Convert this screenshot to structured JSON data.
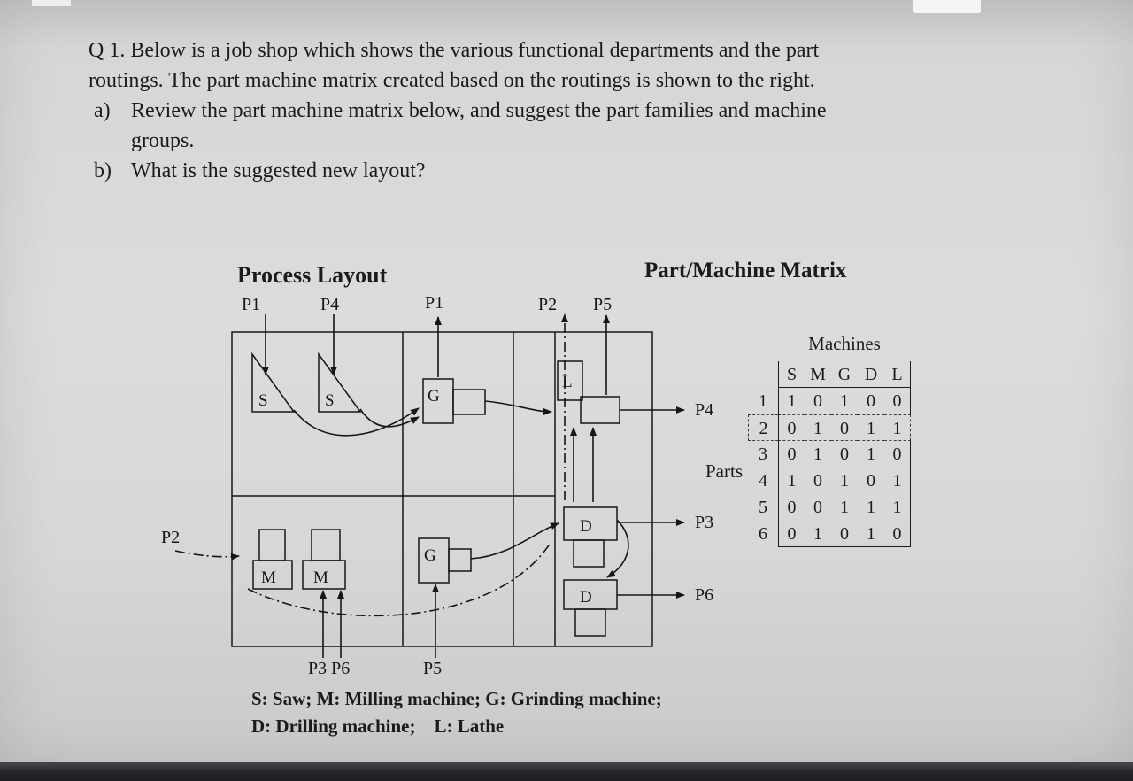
{
  "question": {
    "line1": "Q 1. Below is a job shop which shows the various functional departments and the part",
    "line2": "routings. The part machine matrix created based on the routings is shown to the right.",
    "item_a_marker": "a)",
    "item_a_line1": "Review the part machine matrix below, and suggest the part families and machine",
    "item_a_line2": "groups.",
    "item_b_marker": "b)",
    "item_b_text": "What is the suggested new layout?"
  },
  "process_layout": {
    "title": "Process Layout",
    "machine_labels": {
      "s1": "S",
      "s2": "S",
      "g_top": "G",
      "g_bottom": "G",
      "l": "L",
      "d_top": "D",
      "d_bottom": "D",
      "m1": "M",
      "m2": "M"
    },
    "routing_labels": {
      "p1_in": "P1",
      "p4_in": "P4",
      "p1_out": "P1",
      "p2_top": "P2",
      "p5_top": "P5",
      "p4_out": "P4",
      "p3_out": "P3",
      "p6_out": "P6",
      "p2_in": "P2",
      "p3p6_bottom": "P3 P6",
      "p5_bottom": "P5"
    },
    "legend_line1": "S: Saw; M: Milling machine; G: Grinding machine;",
    "legend_line2": "D: Drilling machine;    L: Lathe"
  },
  "matrix": {
    "title": "Part/Machine Matrix",
    "machines_label": "Machines",
    "parts_label": "Parts",
    "machine_columns": [
      "S",
      "M",
      "G",
      "D",
      "L"
    ],
    "rows": [
      {
        "part": "1",
        "values": [
          "1",
          "0",
          "1",
          "0",
          "0"
        ]
      },
      {
        "part": "2",
        "values": [
          "0",
          "1",
          "0",
          "1",
          "1"
        ]
      },
      {
        "part": "3",
        "values": [
          "0",
          "1",
          "0",
          "1",
          "0"
        ]
      },
      {
        "part": "4",
        "values": [
          "1",
          "0",
          "1",
          "0",
          "1"
        ]
      },
      {
        "part": "5",
        "values": [
          "0",
          "0",
          "1",
          "1",
          "1"
        ]
      },
      {
        "part": "6",
        "values": [
          "0",
          "1",
          "0",
          "1",
          "0"
        ]
      }
    ]
  }
}
